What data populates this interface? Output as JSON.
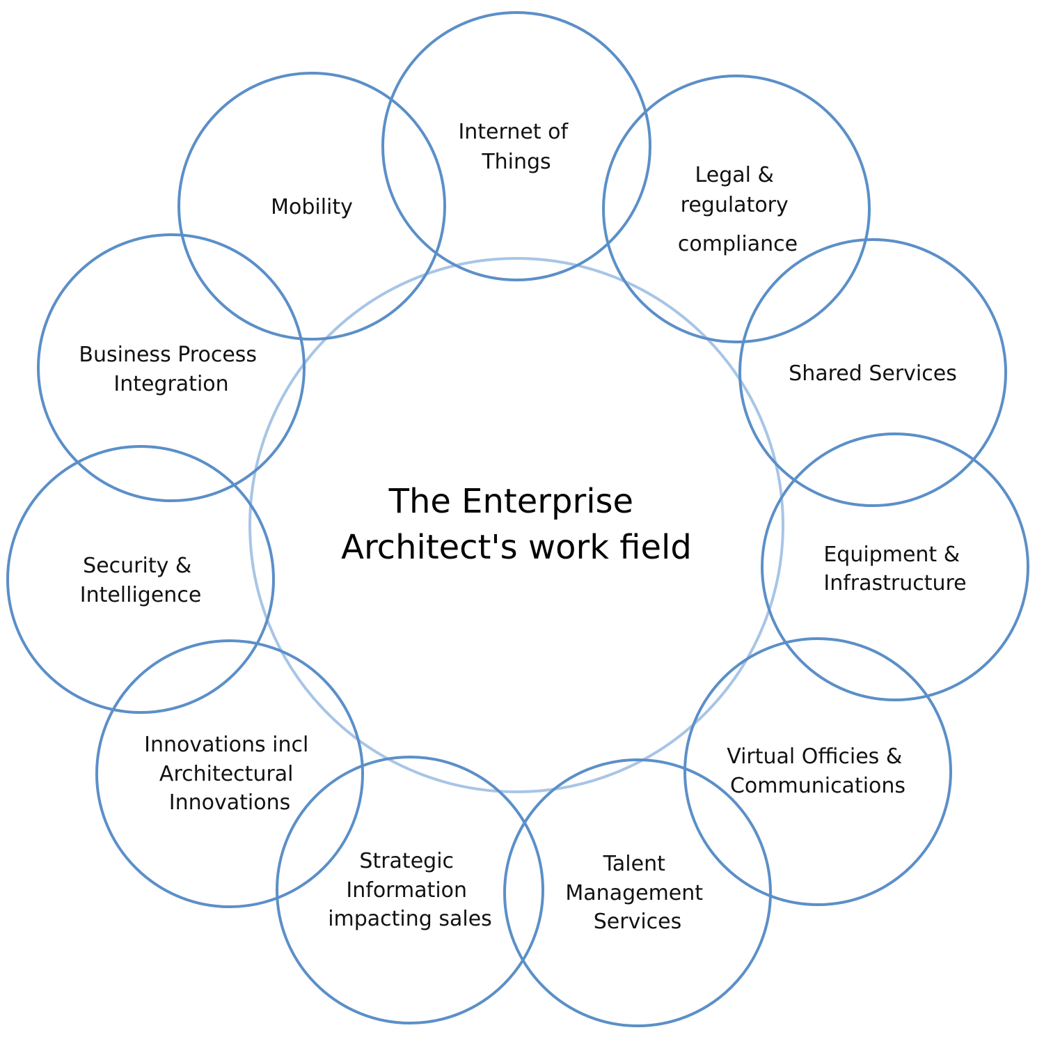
{
  "diagram": {
    "center_title": [
      "The Enterprise",
      "Architect's work field"
    ],
    "nodes": [
      {
        "id": "internet-of-things",
        "lines": [
          "Internet of",
          "Things"
        ]
      },
      {
        "id": "legal-regulatory-compliance",
        "lines": [
          "Legal &",
          "regulatory",
          "compliance"
        ]
      },
      {
        "id": "shared-services",
        "lines": [
          "Shared Services"
        ]
      },
      {
        "id": "equipment-infrastructure",
        "lines": [
          "Equipment &",
          "Infrastructure"
        ]
      },
      {
        "id": "virtual-offices-communications",
        "lines": [
          "Virtual Officies &",
          "Communications"
        ]
      },
      {
        "id": "talent-management-services",
        "lines": [
          "Talent",
          "Management",
          "Services"
        ]
      },
      {
        "id": "strategic-information",
        "lines": [
          "Strategic",
          "Information",
          "impacting sales"
        ]
      },
      {
        "id": "innovations",
        "lines": [
          "Innovations incl",
          "Architectural",
          "Innovations"
        ]
      },
      {
        "id": "security-intelligence",
        "lines": [
          "Security &",
          "Intelligence"
        ]
      },
      {
        "id": "business-process-integration",
        "lines": [
          "Business Process",
          "Integration"
        ]
      },
      {
        "id": "mobility",
        "lines": [
          "Mobility"
        ]
      }
    ],
    "colors": {
      "ring_dark": "#5b8fc8",
      "ring_light": "#a8c5e6",
      "text": "#111111"
    }
  }
}
